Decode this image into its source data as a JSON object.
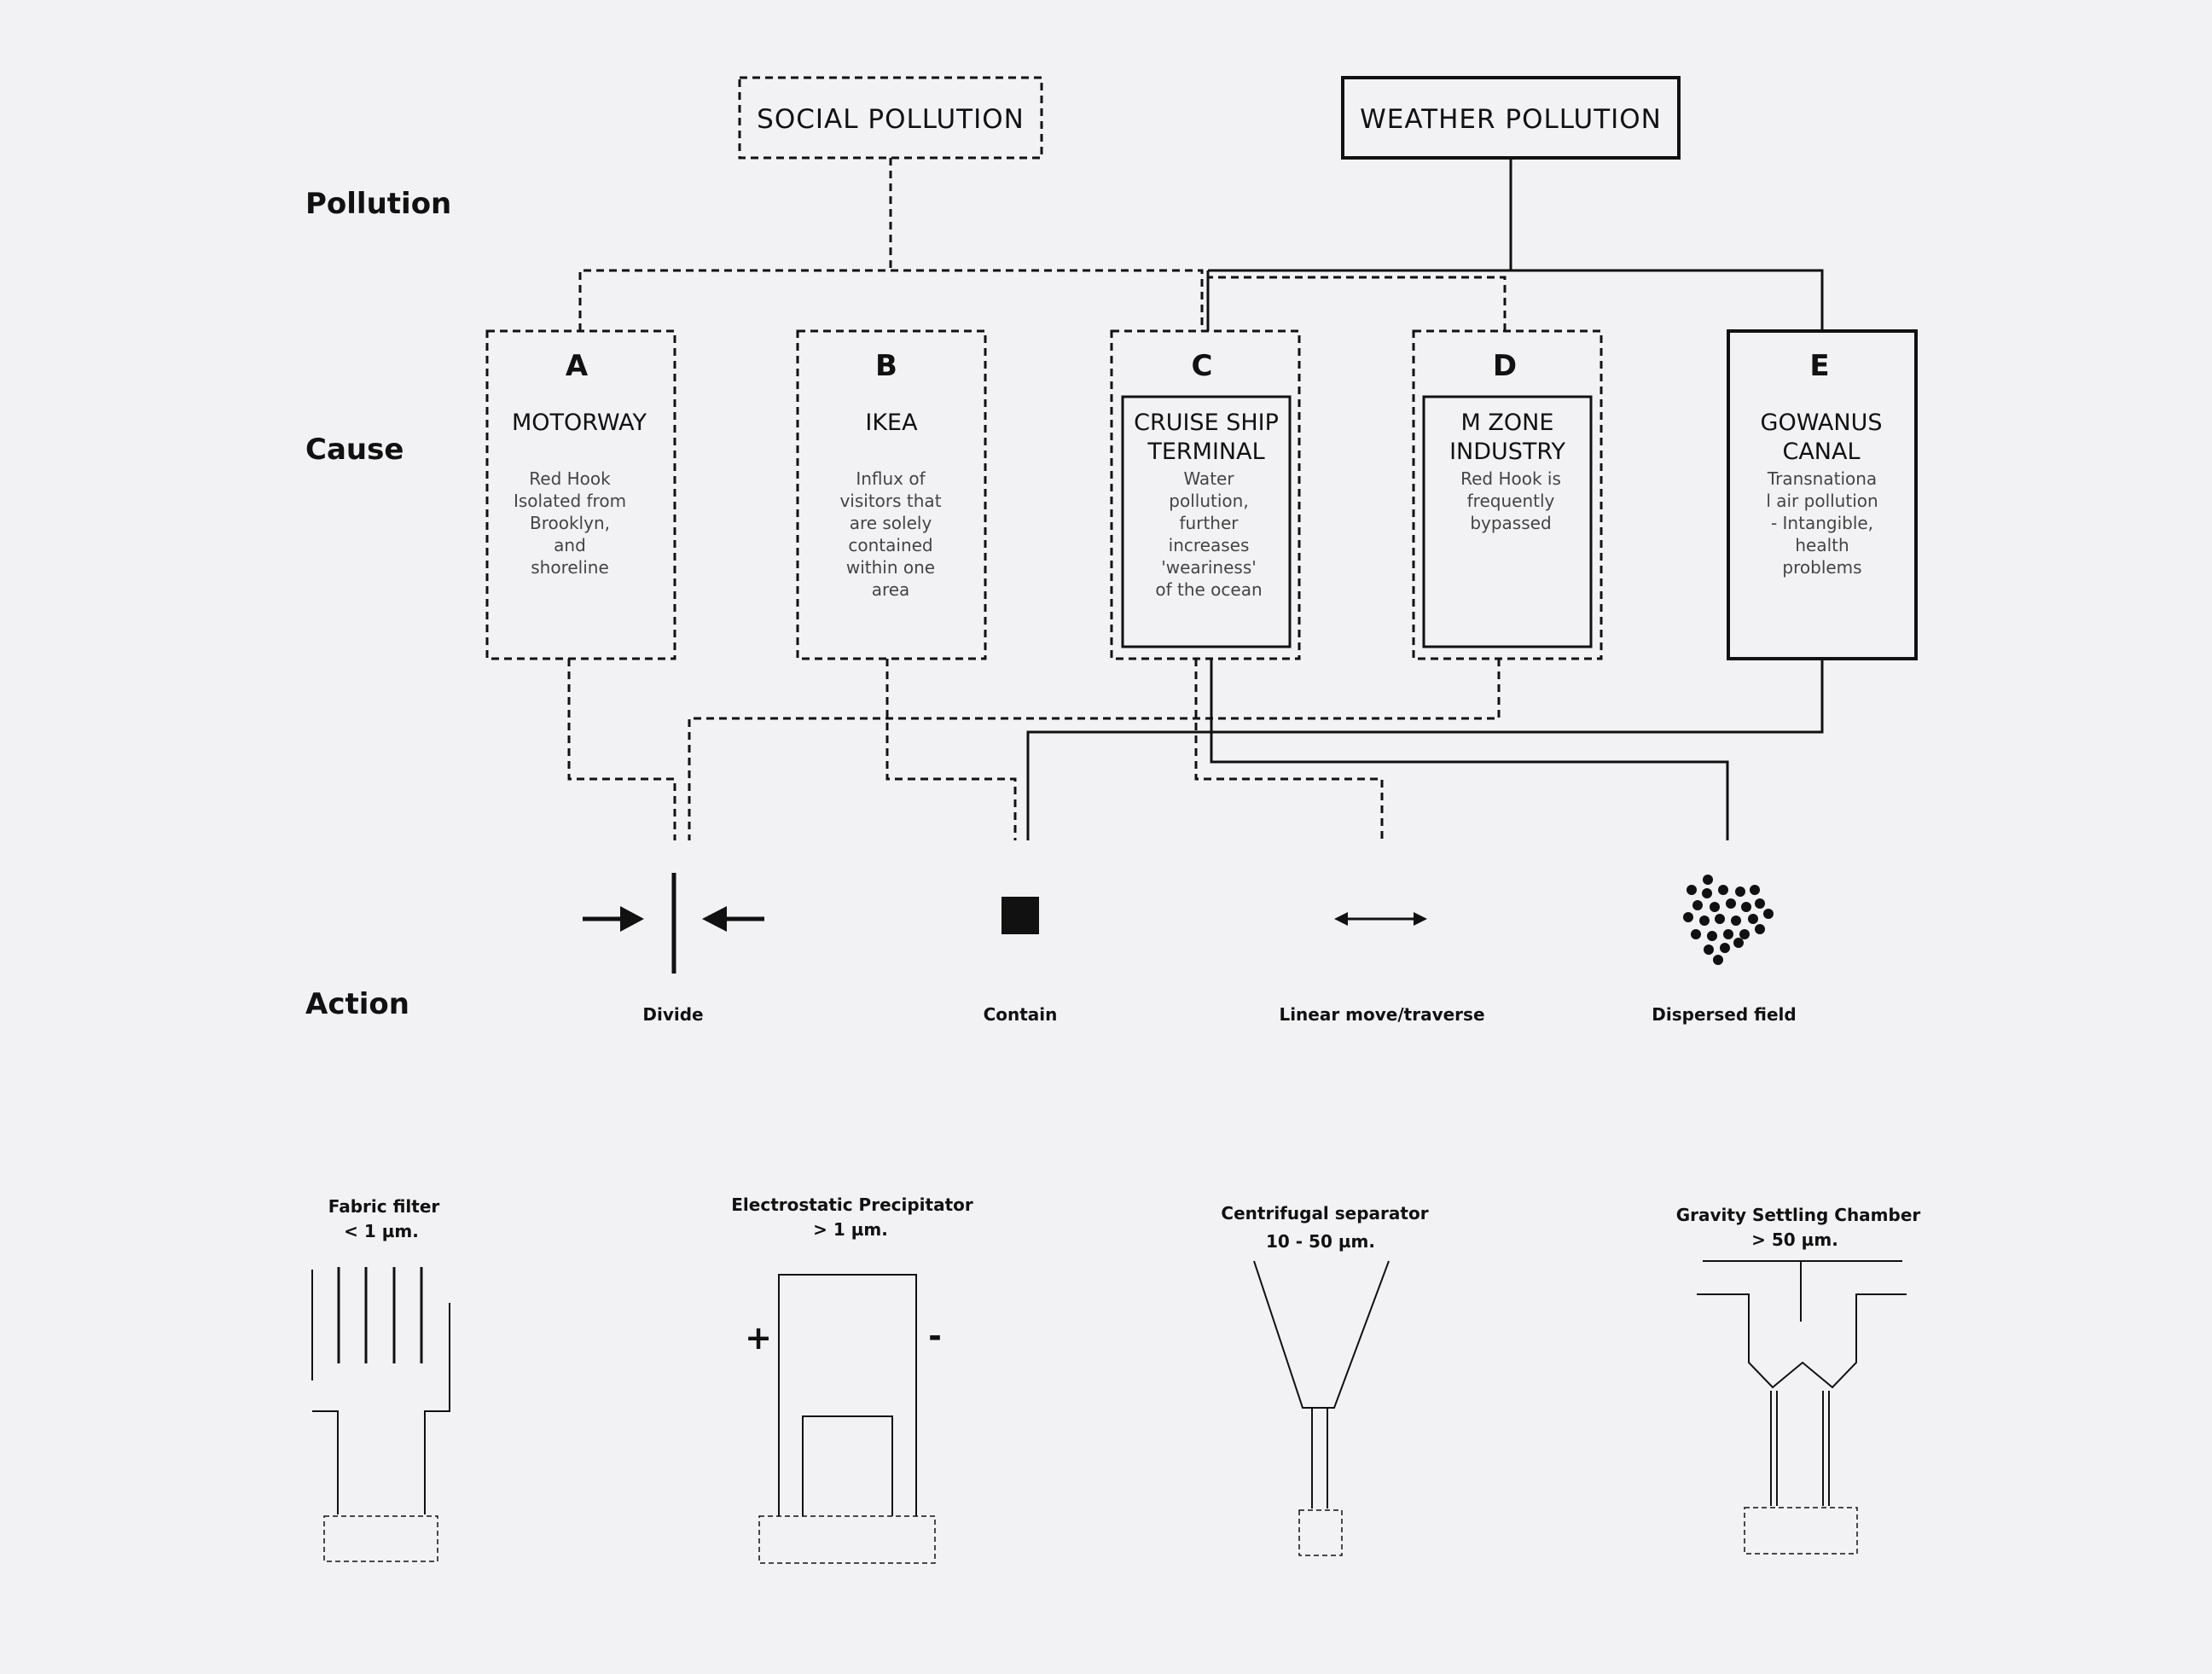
{
  "rows": {
    "pollution": "Pollution",
    "cause": "Cause",
    "action": "Action"
  },
  "pollution_types": {
    "social": "SOCIAL POLLUTION",
    "weather": "WEATHER POLLUTION"
  },
  "causes": [
    {
      "letter": "A",
      "title": [
        "MOTORWAY"
      ],
      "desc": [
        "Red Hook",
        "Isolated from",
        "Brooklyn,",
        "and",
        "shoreline"
      ]
    },
    {
      "letter": "B",
      "title": [
        "IKEA"
      ],
      "desc": [
        "Influx of",
        "visitors that",
        "are solely",
        "contained",
        "within one",
        "area"
      ]
    },
    {
      "letter": "C",
      "title": [
        "CRUISE SHIP",
        "TERMINAL"
      ],
      "desc": [
        "Water",
        "pollution,",
        "further",
        "increases",
        "'weariness'",
        "of the ocean"
      ]
    },
    {
      "letter": "D",
      "title": [
        "M ZONE",
        "INDUSTRY"
      ],
      "desc": [
        "Red Hook is",
        "frequently",
        "bypassed"
      ]
    },
    {
      "letter": "E",
      "title": [
        "GOWANUS",
        "CANAL"
      ],
      "desc": [
        "Transnationa",
        "l air pollution",
        "- Intangible,",
        "health",
        "problems"
      ]
    }
  ],
  "actions": [
    "Divide",
    "Contain",
    "Linear move/traverse",
    "Dispersed field"
  ],
  "devices": [
    {
      "name": "Fabric filter",
      "size": "< 1 µm."
    },
    {
      "name": "Electrostatic Precipitator",
      "size": "> 1 µm."
    },
    {
      "name": "Centrifugal separator",
      "size": "10 - 50 µm."
    },
    {
      "name": "Gravity Settling Chamber",
      "size": "> 50 µm."
    }
  ],
  "precipitator_signs": {
    "plus": "+",
    "minus": "-"
  }
}
